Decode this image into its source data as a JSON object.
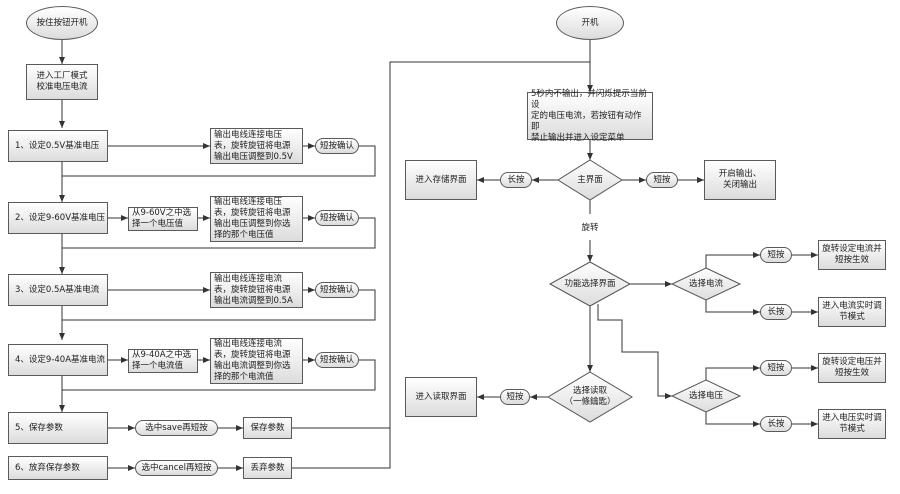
{
  "left": {
    "start": "按住按钮开机",
    "factory": "进入工厂模式\n校准电压电流",
    "step1": "1、设定0.5V基准电压",
    "step1_desc": "输出电线连接电压\n表，旋转旋钮将电源\n输出电压调整到0.5V",
    "step2": "2、设定9-60V基准电压",
    "step2_choose": "从9-60V之中选\n择一个电压值",
    "step2_desc": "输出电线连接电压\n表，旋转旋钮将电源\n输出电压调整到你选\n择的那个电压值",
    "step3": "3、设定0.5A基准电流",
    "step3_desc": "输出电线连接电流\n表，旋转旋钮将电源\n输出电流调整到0.5A",
    "step4": "4、设定9-40A基准电流",
    "step4_choose": "从9-40A之中选\n择一个电流值",
    "step4_desc": "输出电线连接电流\n表，旋转旋钮将电源\n输出电流调整到你选\n择的那个电流值",
    "confirm": "短按确认",
    "step5": "5、保存参数",
    "step5_action": "选中save再短按",
    "step5_result": "保存参数",
    "step6": "6、放弃保存参数",
    "step6_action": "选中cancel再短按",
    "step6_result": "丢弃参数"
  },
  "right": {
    "start": "开机",
    "intro": "5秒内不输出，并闪烁提示当前设\n定的电压电流，若按钮有动作即\n禁止输出并进入设定菜单",
    "main": "主界面",
    "long_press": "长按",
    "short_press": "短按",
    "storage": "进入存储界面",
    "toggle_output": "开启输出、\n关闭输出",
    "rotate": "旋转",
    "func_select": "功能选择界面",
    "select_current": "选择电流",
    "select_voltage": "选择电压",
    "select_read": "选择读取\n（一條鑰匙）",
    "rotate_current": "旋转设定电流并\n短按生效",
    "realtime_current": "进入电流实时调\n节模式",
    "rotate_voltage": "旋转设定电压并\n短按生效",
    "realtime_voltage": "进入电压实时调\n节模式",
    "read": "进入读取界面"
  }
}
